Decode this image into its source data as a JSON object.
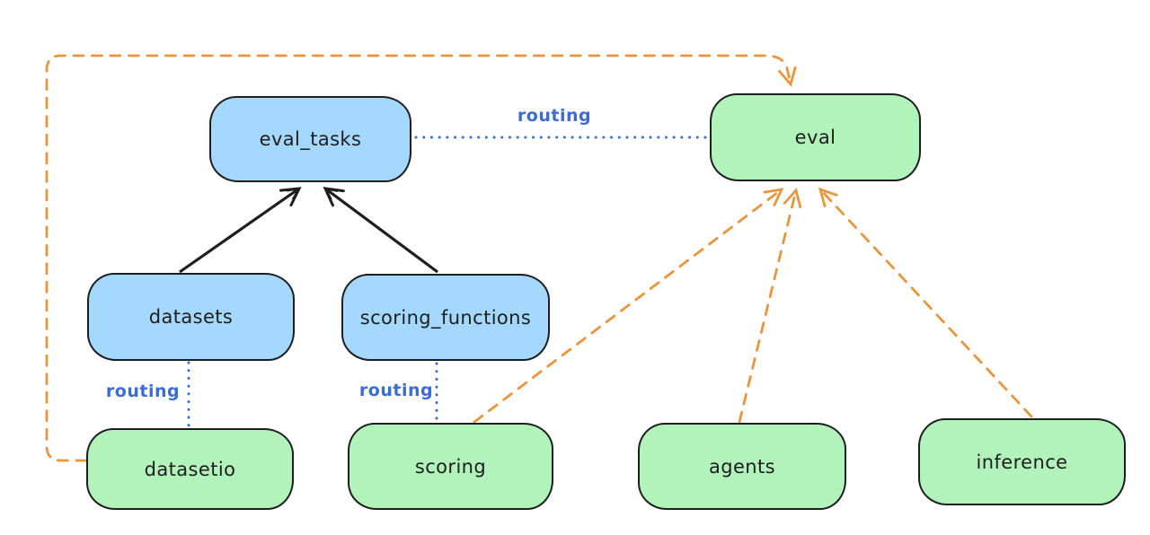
{
  "diagram": {
    "title": "",
    "colors": {
      "background": "#ffffff",
      "node_border": "#1e1e1e",
      "api_node_fill": "#a5d8ff",
      "provider_node_fill": "#b2f2bb",
      "routing_edge": "#3b6bd6",
      "dependency_edge": "#e8963e",
      "solid_edge": "#1e1e1e"
    },
    "nodes": [
      {
        "id": "eval_tasks",
        "label": "eval_tasks",
        "fill": "#a5d8ff"
      },
      {
        "id": "eval",
        "label": "eval",
        "fill": "#b2f2bb"
      },
      {
        "id": "datasets",
        "label": "datasets",
        "fill": "#a5d8ff"
      },
      {
        "id": "scoring_functions",
        "label": "scoring_functions",
        "fill": "#a5d8ff"
      },
      {
        "id": "datasetio",
        "label": "datasetio",
        "fill": "#b2f2bb"
      },
      {
        "id": "scoring",
        "label": "scoring",
        "fill": "#b2f2bb"
      },
      {
        "id": "agents",
        "label": "agents",
        "fill": "#b2f2bb"
      },
      {
        "id": "inference",
        "label": "inference",
        "fill": "#b2f2bb"
      }
    ],
    "edges": [
      {
        "from": "datasets",
        "to": "eval_tasks",
        "style": "solid-arrow",
        "color": "#1e1e1e",
        "label": ""
      },
      {
        "from": "scoring_functions",
        "to": "eval_tasks",
        "style": "solid-arrow",
        "color": "#1e1e1e",
        "label": ""
      },
      {
        "from": "eval_tasks",
        "to": "eval",
        "style": "dotted",
        "color": "#3b6bd6",
        "label": "routing"
      },
      {
        "from": "datasets",
        "to": "datasetio",
        "style": "dotted",
        "color": "#3b6bd6",
        "label": "routing"
      },
      {
        "from": "scoring_functions",
        "to": "scoring",
        "style": "dotted",
        "color": "#3b6bd6",
        "label": "routing"
      },
      {
        "from": "datasetio",
        "to": "eval",
        "style": "dashed-arrow",
        "color": "#e8963e",
        "label": ""
      },
      {
        "from": "scoring",
        "to": "eval",
        "style": "dashed-arrow",
        "color": "#e8963e",
        "label": ""
      },
      {
        "from": "agents",
        "to": "eval",
        "style": "dashed-arrow",
        "color": "#e8963e",
        "label": ""
      },
      {
        "from": "inference",
        "to": "eval",
        "style": "dashed-arrow",
        "color": "#e8963e",
        "label": ""
      }
    ],
    "edge_labels": {
      "eval_tasks_to_eval": "routing",
      "datasets_to_datasetio": "routing",
      "scoring_functions_to_scoring": "routing"
    }
  }
}
